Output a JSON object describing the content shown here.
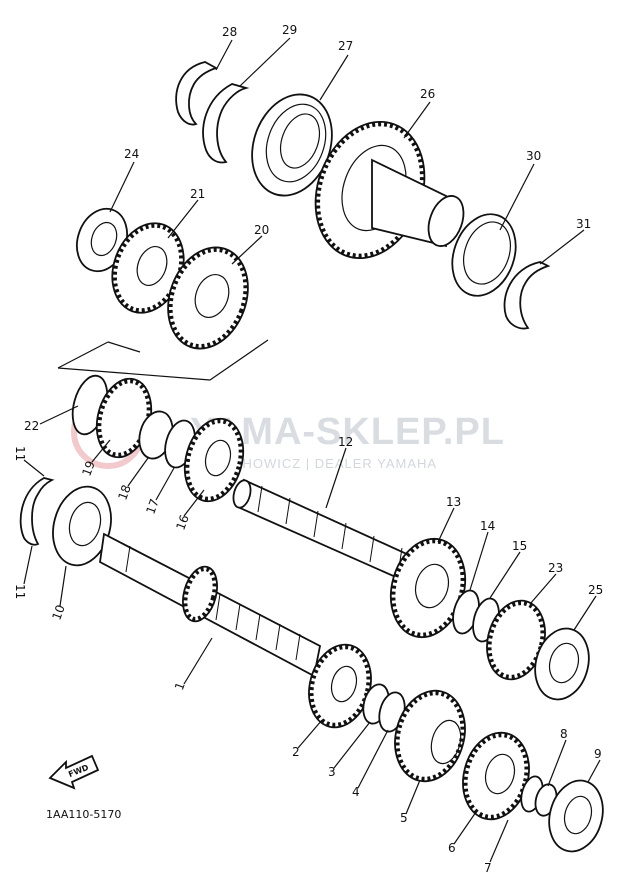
{
  "watermark": {
    "main": "YAMA-SKLEP.PL",
    "sub": "RECHOWICZ | DEALER YAMAHA"
  },
  "diagram_code": "1AA110-5170",
  "fwd_label": "FWD",
  "callouts": [
    "28",
    "29",
    "27",
    "26",
    "24",
    "21",
    "20",
    "30",
    "31",
    "22",
    "19",
    "18",
    "17",
    "16",
    "12",
    "11",
    "11",
    "10",
    "13",
    "14",
    "15",
    "23",
    "25",
    "1",
    "2",
    "3",
    "4",
    "5",
    "6",
    "7",
    "8",
    "9"
  ]
}
